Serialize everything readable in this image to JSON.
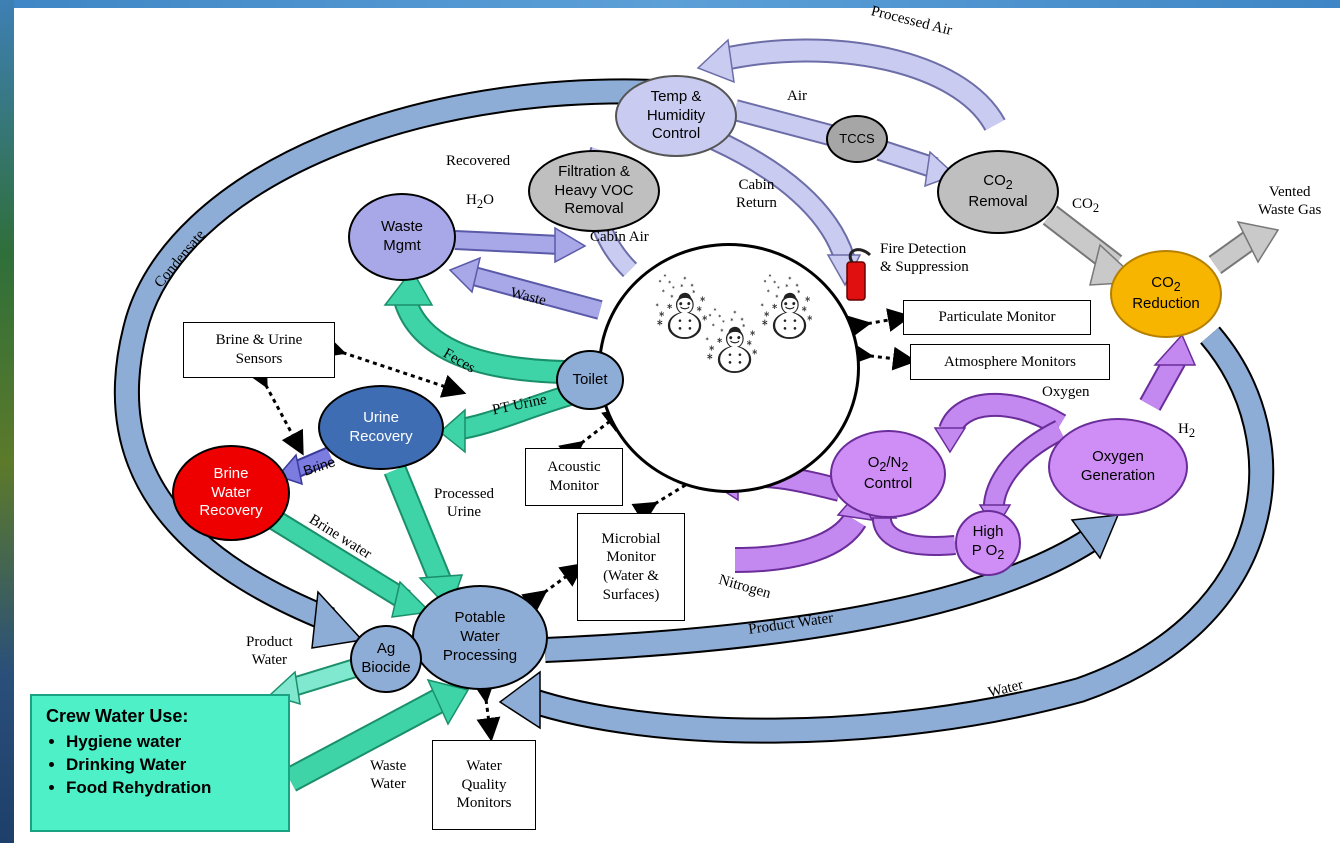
{
  "colors": {
    "blue_arrow": "#8eadd6",
    "lavender_arrow": "#c9ccf0",
    "purple_arrow": "#c389f0",
    "teal_arrow": "#3fd4a8",
    "gray_arrow": "#c9c9c9",
    "gray_node": "#bfbfbf",
    "light_node": "#b8c2e8",
    "waste_node": "#a8a8e8",
    "urine_node": "#3f6db3",
    "brine_node": "#ee0000",
    "co2_red_node": "#f7b500",
    "purple_node": "#cf8ef5",
    "potable_node": "#8eadd6",
    "crew_box": "#4ef0c8"
  },
  "nodes": {
    "temp_humidity": "Temp &\nHumidity\nControl",
    "filtration": "Filtration &\nHeavy VOC\nRemoval",
    "tccs": "TCCS",
    "co2_removal_main": "CO",
    "co2_removal_sub": "2",
    "co2_removal_tail": "Removal",
    "co2_reduction_main": "CO",
    "co2_reduction_sub": "2",
    "co2_reduction_tail": "Reduction",
    "waste_mgmt": "Waste\nMgmt",
    "toilet": "Toilet",
    "urine_recovery": "Urine\nRecovery",
    "brine_water_recovery": "Brine\nWater\nRecovery",
    "potable": "Potable\nWater\nProcessing",
    "ag_biocide": "Ag\nBiocide",
    "o2n2_a": "O",
    "o2n2_b": "2",
    "o2n2_c": "/N",
    "o2n2_d": "2",
    "o2n2_e": "Control",
    "high_po2_a": "High",
    "high_po2_b": "P O",
    "high_po2_c": "2",
    "oxygen_generation": "Oxygen\nGeneration"
  },
  "boxes": {
    "brine_urine_sensors": "Brine & Urine\nSensors",
    "particulate_monitor": "Particulate Monitor",
    "atmosphere_monitors": "Atmosphere Monitors",
    "acoustic_monitor": "Acoustic\nMonitor",
    "microbial_monitor": "Microbial\nMonitor\n(Water &\nSurfaces)",
    "water_quality_monitors": "Water\nQuality\nMonitors"
  },
  "labels": {
    "processed_air": "Processed Air",
    "air": "Air",
    "recovered": "Recovered",
    "h2o_h": "H",
    "h2o_sub": "2",
    "h2o_o": "O",
    "cabin_return": "Cabin\nReturn",
    "cabin_air": "Cabin Air",
    "co2_label_main": "CO",
    "co2_label_sub": "2",
    "vented_waste_gas": "Vented\nWaste Gas",
    "fire_detection": "Fire Detection\n& Suppression",
    "condensate": "Condensate",
    "waste": "Waste",
    "feces": "Feces",
    "pt_urine": "PT Urine",
    "brine": "Brine",
    "brine_water": "Brine water",
    "processed_urine": "Processed\nUrine",
    "oxygen": "Oxygen",
    "h2_h": "H",
    "h2_sub": "2",
    "nitrogen": "Nitrogen",
    "product_water_right": "Product Water",
    "water": "Water",
    "product_water_left": "Product\nWater",
    "waste_water": "Waste\nWater"
  },
  "crew_water_use": {
    "title": "Crew Water Use:",
    "items": [
      "Hygiene water",
      "Drinking Water",
      "Food Rehydration"
    ]
  },
  "icons": {
    "crew": "person-icon",
    "fire_extinguisher": "fire-extinguisher-icon"
  }
}
